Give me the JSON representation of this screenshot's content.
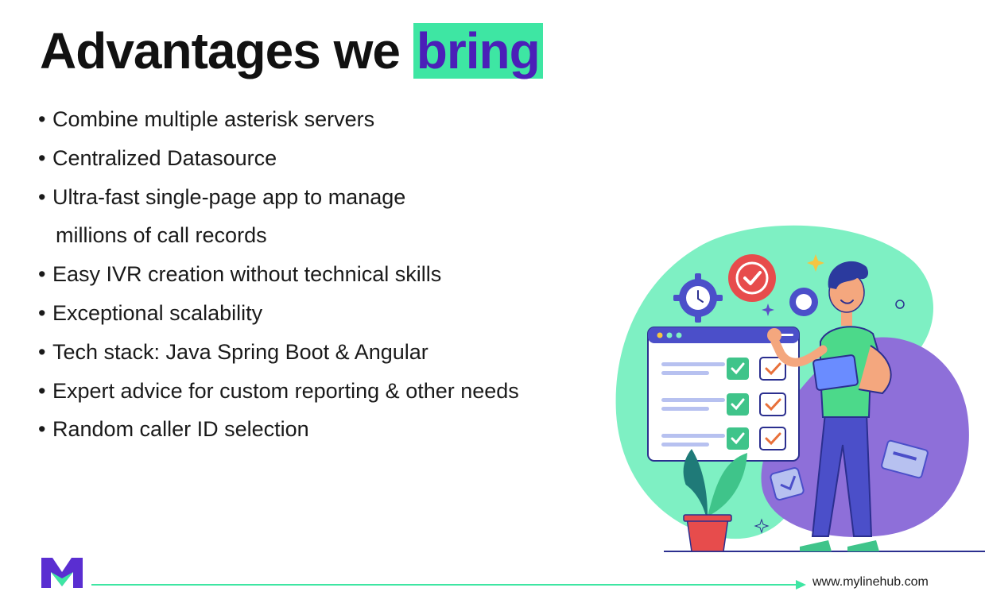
{
  "slide": {
    "title_main": "Advantages we ",
    "title_highlight": "bring",
    "bullet_glyph": "•",
    "bullets": [
      "Combine multiple asterisk servers",
      "Centralized Datasource",
      "Ultra-fast single-page app to manage",
      "millions of call records",
      "Easy IVR creation without technical skills",
      "Exceptional scalability",
      "Tech stack: Java Spring Boot & Angular",
      "Expert advice for custom reporting & other needs",
      "Random caller ID selection"
    ]
  },
  "footer": {
    "url": "www.mylinehub.com"
  },
  "colors": {
    "accent_green": "#3ee6a3",
    "brand_purple": "#4b1fb8",
    "illustration_purple": "#8e6fd9",
    "check_orange": "#e8703a",
    "check_red": "#e74c4c"
  }
}
